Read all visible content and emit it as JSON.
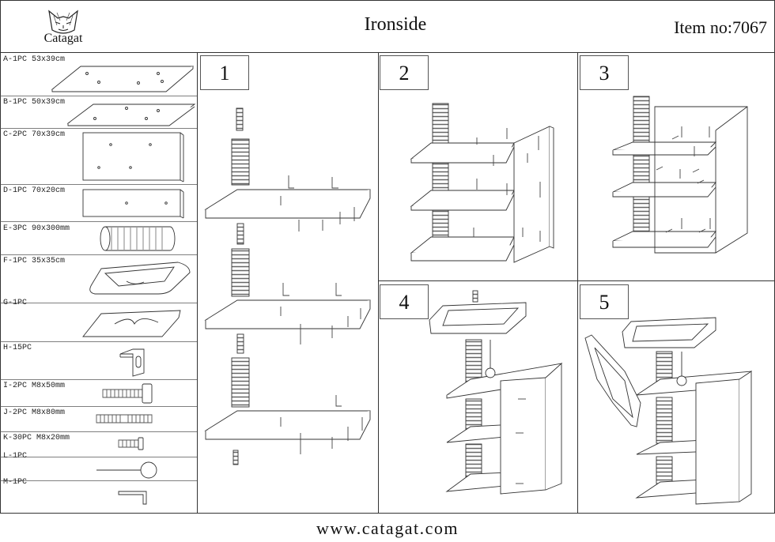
{
  "header": {
    "brand": "Catagat",
    "title": "Ironside",
    "item_no": "Item no:7067"
  },
  "parts": [
    {
      "label": "A-1PC 53x39cm"
    },
    {
      "label": "B-1PC 50x39cm"
    },
    {
      "label": "C-2PC 70x39cm"
    },
    {
      "label": "D-1PC 70x20cm"
    },
    {
      "label": "E-3PC 90x300mm"
    },
    {
      "label": "F-1PC 35x35cm"
    },
    {
      "label": "G-1PC"
    },
    {
      "label": "H-15PC"
    },
    {
      "label": "I-2PC M8x50mm"
    },
    {
      "label": "J-2PC M8x80mm"
    },
    {
      "label": "K-30PC M8x20mm"
    },
    {
      "label": "L-1PC"
    },
    {
      "label": "M-1PC"
    }
  ],
  "steps": [
    "1",
    "2",
    "3",
    "4",
    "5"
  ],
  "footer": {
    "url": "www.catagat.com"
  }
}
